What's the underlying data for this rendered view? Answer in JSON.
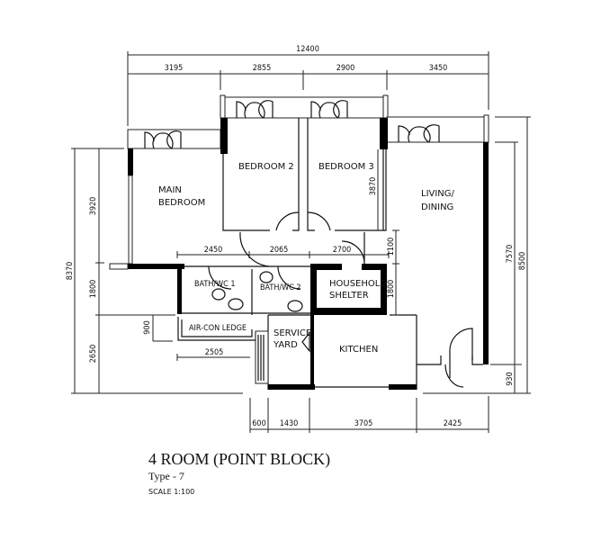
{
  "plan": {
    "title": "4 ROOM (POINT BLOCK)",
    "type": "Type - 7",
    "scale": "SCALE  1:100"
  },
  "rooms": {
    "main_bedroom_1": "MAIN",
    "main_bedroom_2": "BEDROOM",
    "bedroom2": "BEDROOM  2",
    "bedroom3": "BEDROOM  3",
    "living_1": "LIVING/",
    "living_2": "DINING",
    "bath1": "BATH/WC 1",
    "bath2": "BATH/WC 2",
    "shelter_1": "HOUSEHOLD",
    "shelter_2": "SHELTER",
    "aircon": "AIR-CON LEDGE",
    "service_1": "SERVICE",
    "service_2": "YARD",
    "kitchen": "KITCHEN"
  },
  "dimensions": {
    "overall_width": "12400",
    "top": [
      "3195",
      "2855",
      "2900",
      "3450"
    ],
    "bottom": [
      "600",
      "1430",
      "3705",
      "2425"
    ],
    "left_overall": "8370",
    "left": [
      "3920",
      "1800",
      "2650"
    ],
    "ledge_depth": "900",
    "ledge_width": "2505",
    "corridor": [
      "2450",
      "2065",
      "2700"
    ],
    "bedroom3_depth": "3870",
    "mid_right": [
      "1100",
      "1800"
    ],
    "right_inner": "7570",
    "right_outer": "8500",
    "right_bottom": "930"
  }
}
